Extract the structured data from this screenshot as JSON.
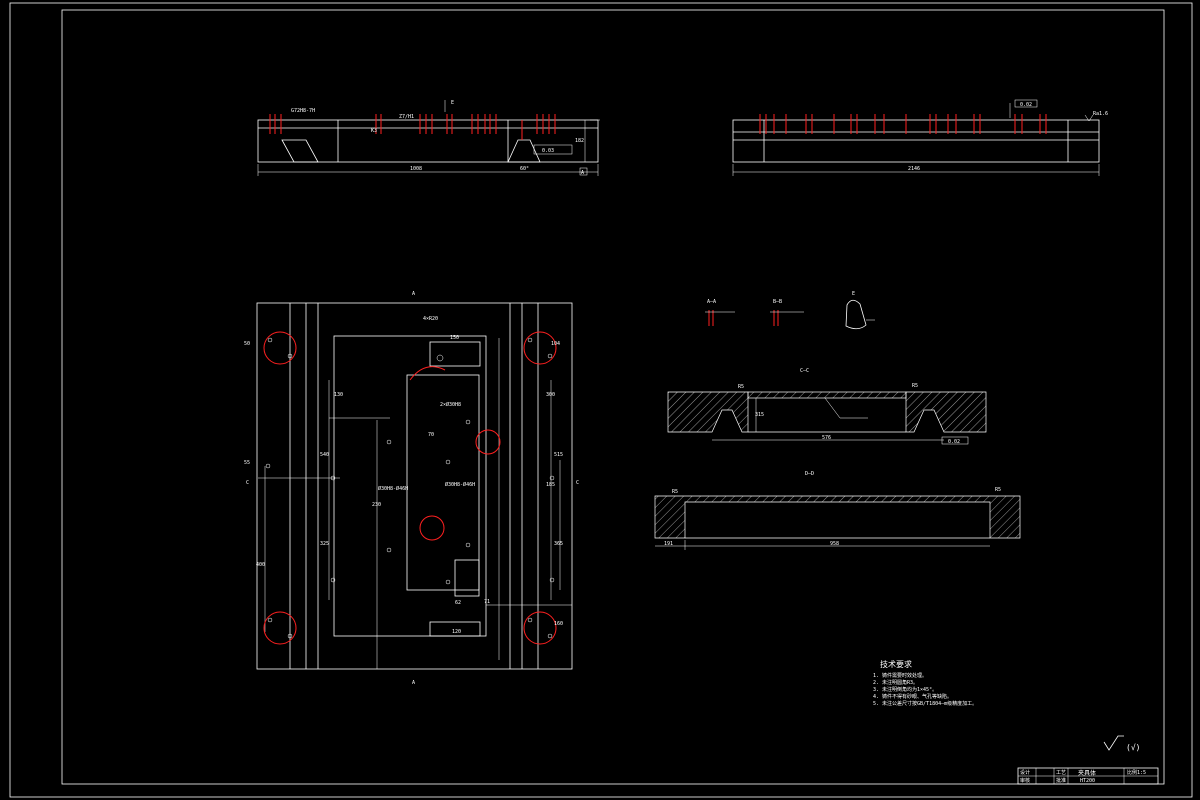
{
  "top_left_view": {
    "marker": "E",
    "dim_length": "1008",
    "callout_datum": "A",
    "callout_fit": "G72H8-7H",
    "callout_left": "K3",
    "callout_center": "Z7/H1",
    "angle": "60°",
    "height": "182",
    "tolerance": "0.03"
  },
  "top_right_view": {
    "dim_length": "2146",
    "tolerance_box": "0.02",
    "roughness": "Ra1.6"
  },
  "main_view": {
    "top_label": "A",
    "bottom_label": "A",
    "left_label": "C",
    "right_label": "C",
    "hole_label": "4×R20",
    "dims_left": [
      "130",
      "540",
      "400",
      "55",
      "325",
      "50"
    ],
    "dims_right": [
      "104",
      "300",
      "515",
      "365",
      "185",
      "160"
    ],
    "dims_center": [
      "150",
      "70",
      "230",
      "120",
      "62",
      "71"
    ],
    "fits": [
      "Ø30H8-Ø46H",
      "Ø30H8-Ø46H",
      "2×Ø30H8"
    ]
  },
  "section_labels": {
    "a": "A—A",
    "b": "B—B",
    "e": "E",
    "c": "C—C",
    "d": "D—D"
  },
  "section_cc": {
    "dim_width": "576",
    "dim_height": "315",
    "left_r": "R5",
    "right_r": "R5",
    "tol": "0.02"
  },
  "section_dd": {
    "left_dim": "191",
    "total_dim": "958",
    "left_r": "R5",
    "right_r": "R5"
  },
  "tech_requirements": {
    "title": "技术要求",
    "lines": [
      "1. 铸件需要时效处理。",
      "2. 未注明圆角R3。",
      "3. 未注明倒角均为1×45°。",
      "4. 铸件不得有砂眼、气孔等缺陷。",
      "5. 未注公差尺寸按GB/T1804—m级精度加工。"
    ]
  },
  "roughness_note": "(√)",
  "title_block": {
    "name": "夹具体",
    "sub": "HT200",
    "scale": "比例1:5",
    "cells": [
      "设计",
      "审核",
      "工艺",
      "批准"
    ]
  }
}
